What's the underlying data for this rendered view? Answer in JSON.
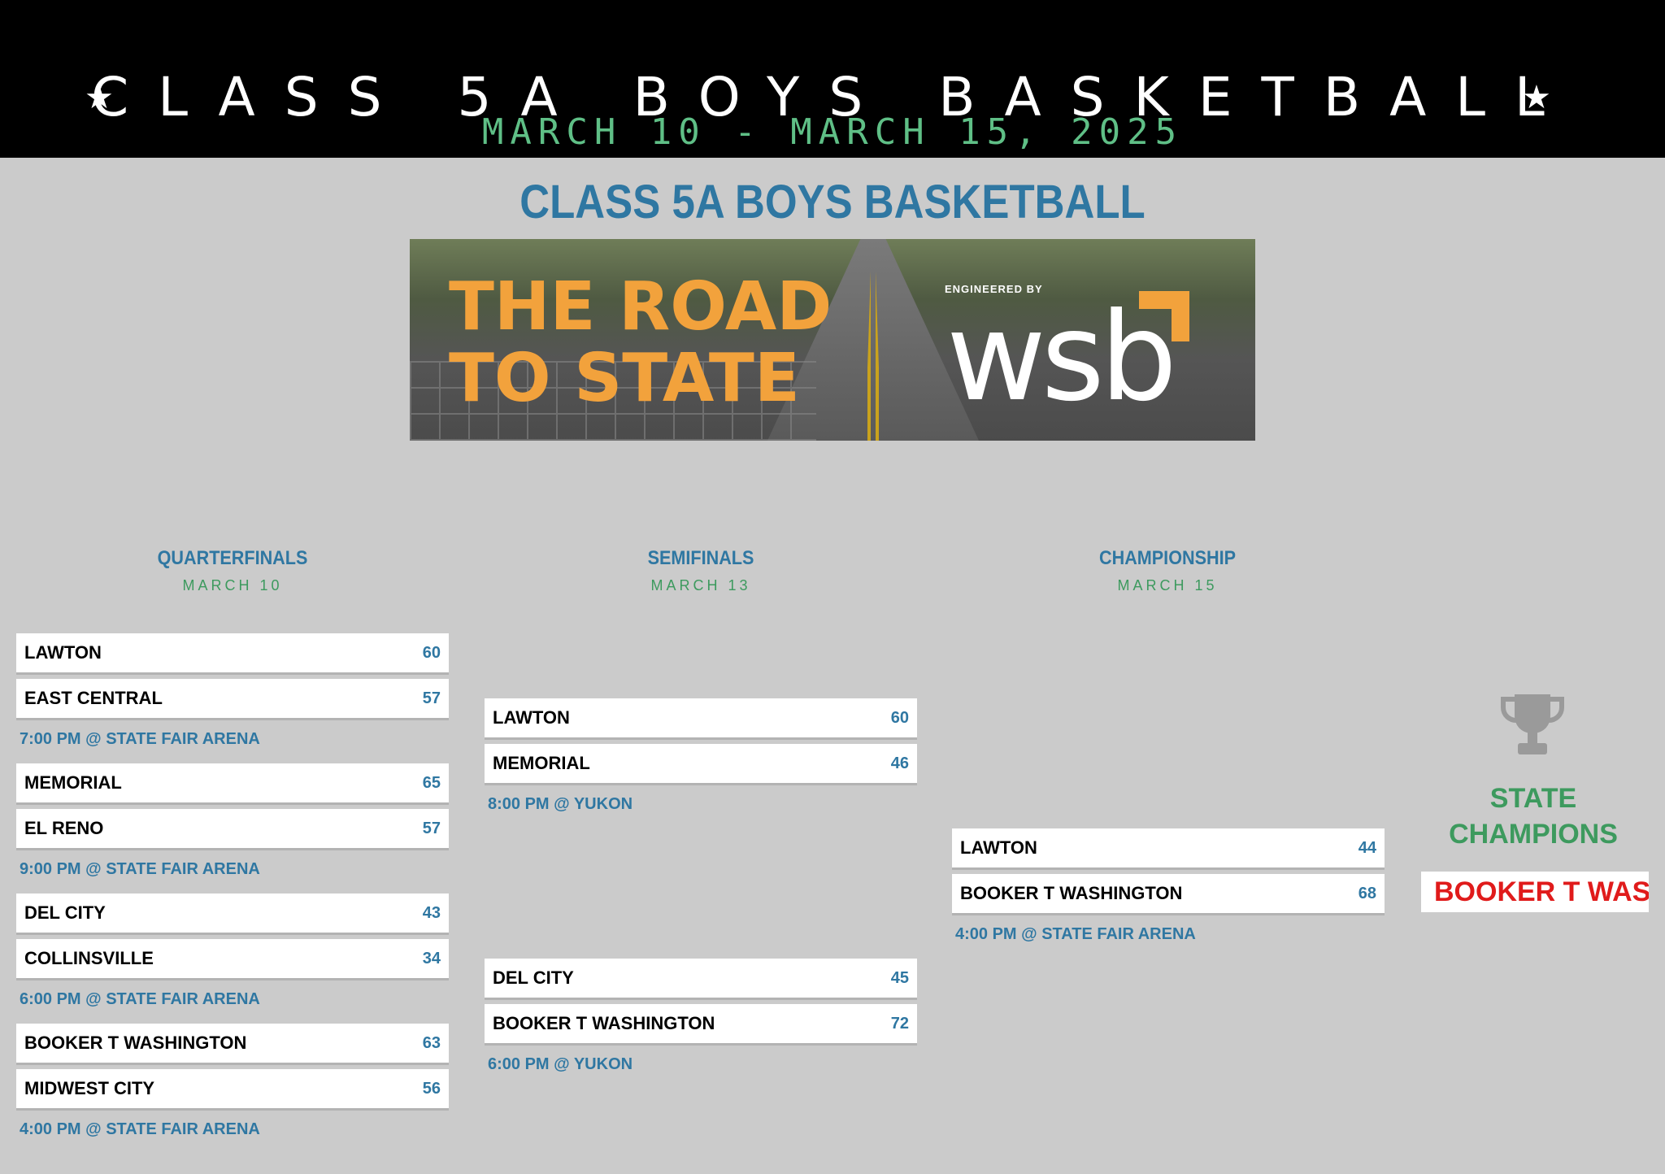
{
  "header": {
    "title": "CLASS 5A BOYS BASKETBALL",
    "star": "★",
    "dates": "MARCH 10 - MARCH 15, 2025"
  },
  "page_title": "CLASS 5A BOYS BASKETBALL",
  "banner": {
    "headline_line1": "THE ROAD",
    "headline_line2": "TO STATE",
    "engineered_by": "ENGINEERED BY",
    "logo": "wsb",
    "colors": {
      "headline": "#f2a23c",
      "logo": "#ffffff"
    }
  },
  "rounds": [
    {
      "name": "QUARTERFINALS",
      "date": "MARCH 10"
    },
    {
      "name": "SEMIFINALS",
      "date": "MARCH 13"
    },
    {
      "name": "CHAMPIONSHIP",
      "date": "MARCH 15"
    }
  ],
  "quarterfinals": [
    {
      "teams": [
        {
          "name": "LAWTON",
          "score": "60"
        },
        {
          "name": "EAST CENTRAL",
          "score": "57"
        }
      ],
      "info": "7:00 PM @ STATE FAIR ARENA"
    },
    {
      "teams": [
        {
          "name": "MEMORIAL",
          "score": "65"
        },
        {
          "name": "EL RENO",
          "score": "57"
        }
      ],
      "info": "9:00 PM @ STATE FAIR ARENA"
    },
    {
      "teams": [
        {
          "name": "DEL CITY",
          "score": "43"
        },
        {
          "name": "COLLINSVILLE",
          "score": "34"
        }
      ],
      "info": "6:00 PM @ STATE FAIR ARENA"
    },
    {
      "teams": [
        {
          "name": "BOOKER T WASHINGTON",
          "score": "63"
        },
        {
          "name": "MIDWEST CITY",
          "score": "56"
        }
      ],
      "info": "4:00 PM @ STATE FAIR ARENA"
    }
  ],
  "semifinals": [
    {
      "teams": [
        {
          "name": "LAWTON",
          "score": "60"
        },
        {
          "name": "MEMORIAL",
          "score": "46"
        }
      ],
      "info": "8:00 PM @ YUKON"
    },
    {
      "teams": [
        {
          "name": "DEL CITY",
          "score": "45"
        },
        {
          "name": "BOOKER T WASHINGTON",
          "score": "72"
        }
      ],
      "info": "6:00 PM @ YUKON"
    }
  ],
  "championship": {
    "teams": [
      {
        "name": "LAWTON",
        "score": "44"
      },
      {
        "name": "BOOKER T WASHINGTON",
        "score": "68"
      }
    ],
    "info": "4:00 PM @ STATE FAIR ARENA"
  },
  "champions": {
    "label_line1": "STATE",
    "label_line2": "CHAMPIONS",
    "winner": "BOOKER T WASHINGTON",
    "icon": "trophy-icon",
    "colors": {
      "label": "#3d9a5e",
      "winner": "#e01b1b",
      "trophy": "#9a9a9a"
    }
  },
  "colors": {
    "accent": "#2f77a2",
    "green": "#3d9a5e",
    "background": "#cbcbcb"
  }
}
